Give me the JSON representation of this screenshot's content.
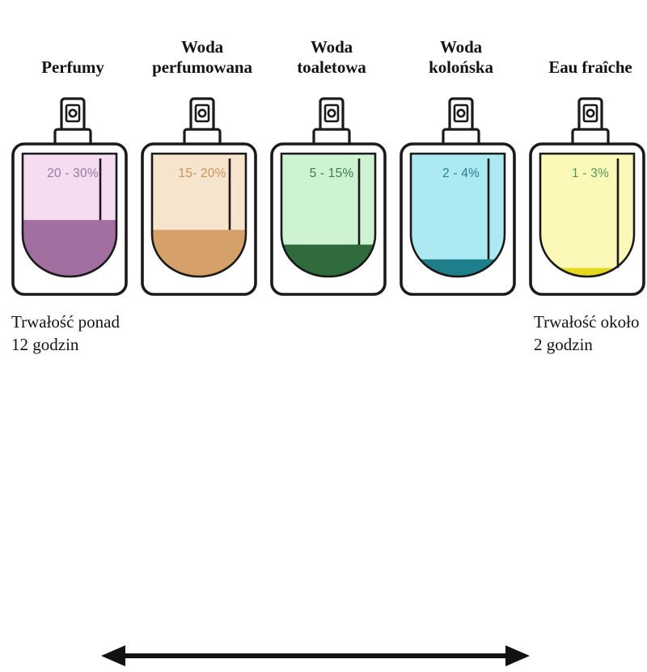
{
  "headings": [
    {
      "line1": "Perfumy",
      "line2": ""
    },
    {
      "line1": "Woda",
      "line2": "perfumowana"
    },
    {
      "line1": "Woda",
      "line2": "toaletowa"
    },
    {
      "line1": "Woda",
      "line2": "kolońska"
    },
    {
      "line1": "Eau fraîche",
      "line2": ""
    }
  ],
  "bottles": [
    {
      "name": "perfumy",
      "percent": "20 - 30%",
      "label_color": "#9a7aa0",
      "tint_color": "#f6dcf0",
      "liquid_color": "#a36fa0",
      "fill_ratio": 0.46
    },
    {
      "name": "woda-perfumowana",
      "percent": "15- 20%",
      "label_color": "#c8935c",
      "tint_color": "#f7e4cd",
      "liquid_color": "#d6a06a",
      "fill_ratio": 0.38
    },
    {
      "name": "woda-toaletowa",
      "percent": "5 - 15%",
      "label_color": "#3f7a4c",
      "tint_color": "#cdf3d2",
      "liquid_color": "#2f6b3c",
      "fill_ratio": 0.26
    },
    {
      "name": "woda-kolonska",
      "percent": "2 - 4%",
      "label_color": "#2a7f8e",
      "tint_color": "#ace9f2",
      "liquid_color": "#1d7f8c",
      "fill_ratio": 0.14
    },
    {
      "name": "eau-fraiche",
      "percent": "1 - 3%",
      "label_color": "#4f9a5e",
      "tint_color": "#fbf8b8",
      "liquid_color": "#e3d81f",
      "fill_ratio": 0.07
    }
  ],
  "scale": {
    "left_label": "Trwałość ponad 12 godzin",
    "right_label": "Trwałość około 2 godzin",
    "arrow_color": "#141210"
  },
  "colors": {
    "outline": "#1a1a1a",
    "background": "#ffffff",
    "heading_text": "#131313"
  }
}
